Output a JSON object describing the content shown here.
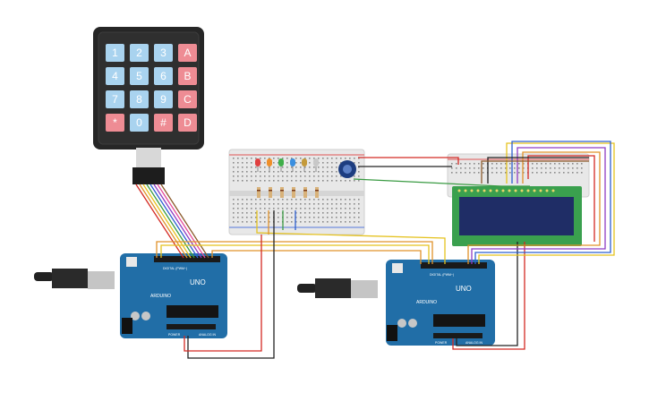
{
  "keypad": {
    "rows": [
      [
        "1",
        "2",
        "3",
        "A"
      ],
      [
        "4",
        "5",
        "6",
        "B"
      ],
      [
        "7",
        "8",
        "9",
        "C"
      ],
      [
        "*",
        "0",
        "#",
        "D"
      ]
    ],
    "key_color": "#a9d3ef",
    "key_text_color": "#ffffff",
    "accent_key_color": "#ee8c94",
    "accent_keys": [
      "A",
      "B",
      "C",
      "D",
      "*",
      "#"
    ]
  },
  "boards": {
    "left": {
      "brand": "ARDUINO",
      "model": "UNO",
      "header_top": "DIGITAL (PWM~)",
      "power_label": "POWER",
      "analog_label": "ANALOG IN"
    },
    "right": {
      "brand": "ARDUINO",
      "model": "UNO",
      "header_top": "DIGITAL (PWM~)",
      "power_label": "POWER",
      "analog_label": "ANALOG IN"
    }
  },
  "colors": {
    "board": "#216ea7",
    "board_dark": "#1b5c8c",
    "breadboard": "#e9e9e9",
    "lcd_frame": "#3aa04e",
    "lcd_screen": "#1f2d66",
    "wire_red": "#d42a24",
    "wire_black": "#222222",
    "wire_green": "#3a9b43",
    "wire_orange": "#e0922a",
    "wire_yellow": "#e5c21f",
    "wire_blue": "#2c5fd0",
    "wire_purple": "#8e3cc4",
    "wire_brown": "#8b5a2b",
    "wire_pink": "#e64b98"
  },
  "leds": [
    "#e04040",
    "#ef8f2a",
    "#3fae49",
    "#3a8fe0",
    "#c49a3a",
    "#c8c8c8"
  ],
  "icons": [
    "usb-plug-icon",
    "potentiometer-icon",
    "reset-button-icon"
  ]
}
